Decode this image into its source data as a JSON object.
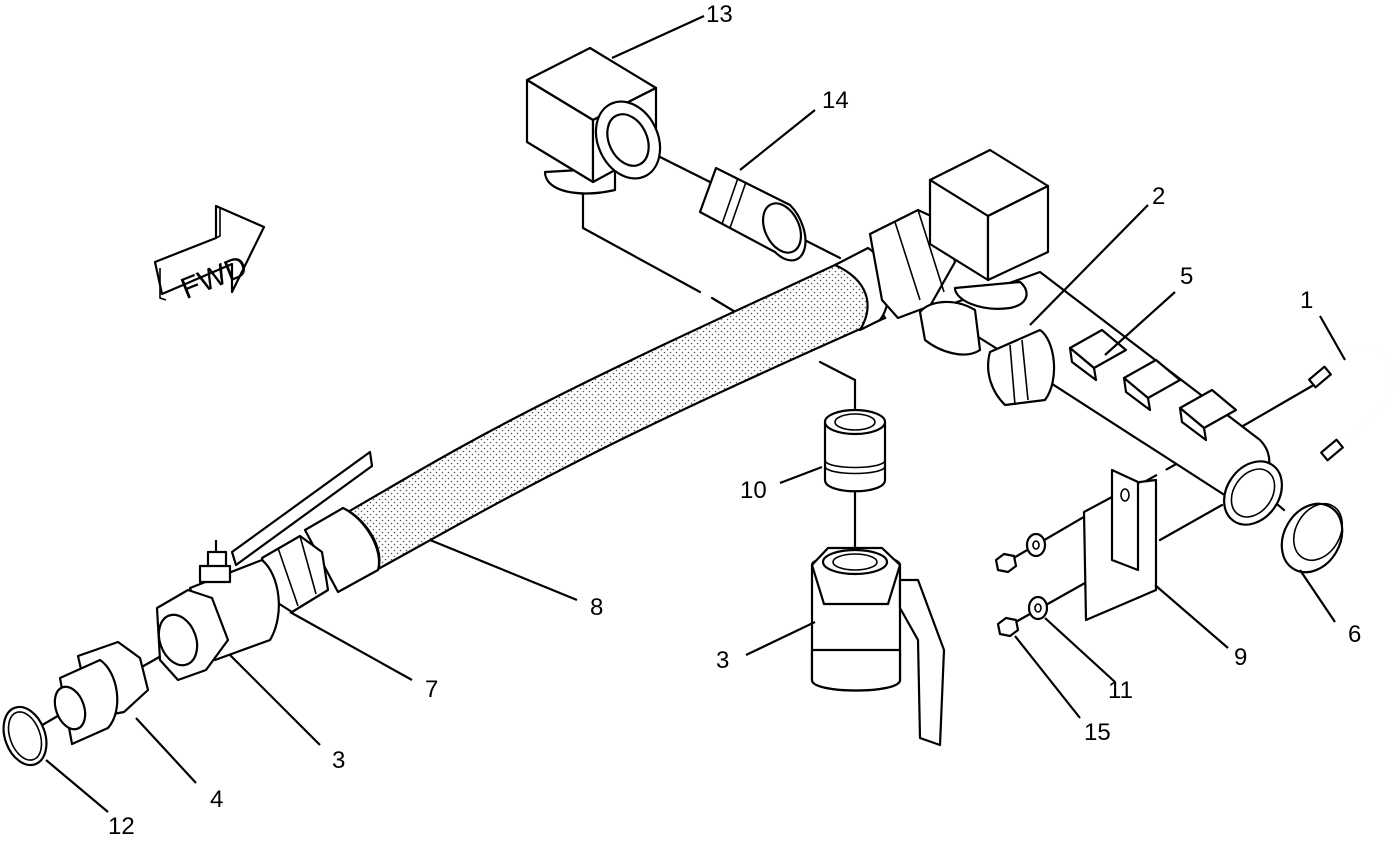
{
  "diagram": {
    "direction_label": "FWD",
    "callouts": {
      "c1": "1",
      "c2": "2",
      "c3a": "3",
      "c3b": "3",
      "c4": "4",
      "c5": "5",
      "c6": "6",
      "c7": "7",
      "c8": "8",
      "c9": "9",
      "c10": "10",
      "c11": "11",
      "c12": "12",
      "c13": "13",
      "c14": "14",
      "c15": "15"
    }
  },
  "colors": {
    "line": "#000000",
    "background": "#ffffff",
    "hose_dots": "#555555"
  }
}
